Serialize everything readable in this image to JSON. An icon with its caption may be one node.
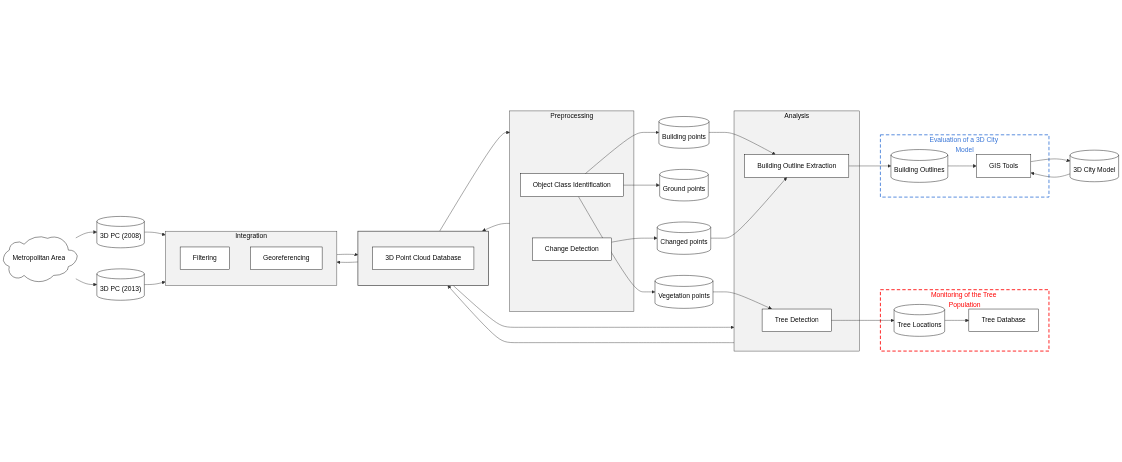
{
  "diagram": {
    "nodes": [
      {
        "text": [
          "Metropolitan Area"
        ]
      },
      {
        "text": [
          "3D PC (2008)"
        ]
      },
      {
        "text": [
          "3D PC (2013)"
        ]
      },
      {
        "text": [
          "Integration"
        ]
      },
      {
        "text": [
          "Filtering"
        ],
        "in": 3
      },
      {
        "text": [
          "Georeferencing"
        ],
        "in": 3
      },
      {
        "text": [
          "Preprocessing"
        ]
      },
      {
        "text": [
          "Object Class Identification"
        ],
        "in": 6
      },
      {
        "text": [
          "Change Detection"
        ],
        "in": 6
      },
      {
        "text": [
          "Vegetation points"
        ]
      },
      {
        "text": [
          "Ground points"
        ]
      },
      {
        "text": [
          "Building points"
        ]
      },
      {
        "text": [
          "Changed points"
        ]
      },
      {
        "text": [
          "Analysis"
        ]
      },
      {
        "text": [
          "Tree Detection"
        ],
        "in": 13
      },
      {
        "text": [
          "Building Outline Extraction"
        ],
        "in": 13
      },
      {
        "text": [
          "Monitoring of the Tree Population"
        ]
      },
      {
        "text": [
          "Tree Locations"
        ],
        "in": 16
      },
      {
        "text": [
          "Tree Database"
        ],
        "in": 16
      },
      {
        "text": [
          "Evaluation of a 3D City Model"
        ]
      },
      {
        "text": [
          "Building Outlines"
        ],
        "in": 19
      },
      {
        "text": [
          "GIS Tools"
        ],
        "in": 19
      },
      {
        "text": [],
        "shape": "box"
      },
      {
        "text": [
          "3D Point Cloud Database"
        ],
        "in": 22
      },
      {
        "text": [
          "3D City Model"
        ]
      }
    ],
    "edges": [
      {
        "from": 0,
        "to": 1,
        "arrow": "to"
      },
      {
        "from": 0,
        "to": 2,
        "arrow": "to"
      },
      {
        "from": 1,
        "to": 3,
        "arrow": "to"
      },
      {
        "from": 2,
        "to": 3,
        "arrow": "to"
      },
      {
        "from": 7,
        "to": 9,
        "arrow": "to"
      },
      {
        "from": 7,
        "to": 10,
        "arrow": "to"
      },
      {
        "from": 7,
        "to": 11,
        "arrow": "to"
      },
      {
        "from": 8,
        "to": 12,
        "arrow": "to"
      },
      {
        "from": 9,
        "to": 14,
        "arrow": "to"
      },
      {
        "from": 11,
        "to": 15,
        "arrow": "to"
      },
      {
        "from": 12,
        "to": 15,
        "arrow": "to"
      },
      {
        "from": 14,
        "to": 17,
        "arrow": "to"
      },
      {
        "from": 17,
        "to": 18,
        "arrow": "to"
      },
      {
        "from": 15,
        "to": 20,
        "arrow": "to"
      },
      {
        "from": 20,
        "to": 21,
        "arrow": "to"
      },
      {
        "from": 22,
        "to": 3,
        "arrow": "to"
      },
      {
        "from": 3,
        "to": 22,
        "arrow": "to"
      },
      {
        "from": 22,
        "to": 6,
        "arrow": "to"
      },
      {
        "from": 6,
        "to": 22,
        "arrow": "to"
      },
      {
        "from": 22,
        "to": 13,
        "arrow": "to"
      },
      {
        "from": 13,
        "to": 22,
        "arrow": "to"
      },
      {
        "from": 24,
        "to": 21,
        "arrow": "to"
      },
      {
        "from": 21,
        "to": 24,
        "arrow": "to"
      }
    ]
  }
}
